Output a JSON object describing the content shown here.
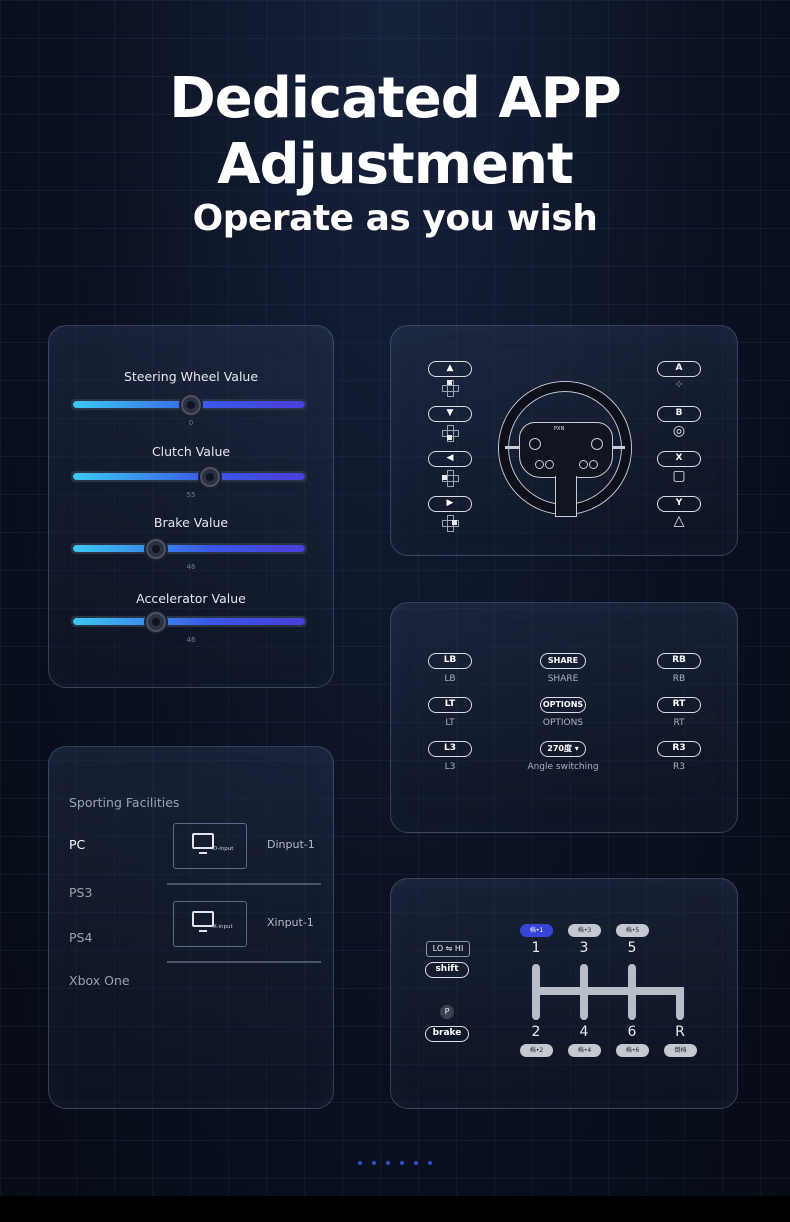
{
  "header": {
    "title_line1": "Dedicated APP",
    "title_line2": "Adjustment",
    "subtitle": "Operate as you wish"
  },
  "sliders_panel": {
    "sliders": [
      {
        "label": "Steering Wheel Value",
        "value": "0",
        "fraction": 0.5
      },
      {
        "label": "Clutch Value",
        "value": "55",
        "fraction": 0.58
      },
      {
        "label": "Brake Value",
        "value": "46",
        "fraction": 0.35
      },
      {
        "label": "Accelerator Value",
        "value": "46",
        "fraction": 0.35
      }
    ]
  },
  "button_panel": {
    "dpad": [
      {
        "label": "▲",
        "icon": "dpad-up-icon"
      },
      {
        "label": "▼",
        "icon": "dpad-down-icon"
      },
      {
        "label": "◀",
        "icon": "dpad-left-icon"
      },
      {
        "label": "▶",
        "icon": "dpad-right-icon"
      }
    ],
    "face": [
      {
        "label": "A",
        "symbol": "⁘",
        "icon": "cross-symbol-icon"
      },
      {
        "label": "B",
        "symbol": "◎",
        "icon": "circle-symbol-icon"
      },
      {
        "label": "X",
        "symbol": "▢",
        "icon": "square-symbol-icon"
      },
      {
        "label": "Y",
        "symbol": "△",
        "icon": "triangle-symbol-icon"
      }
    ],
    "wheel_logo": "PXN"
  },
  "mapping_panel": {
    "left": [
      {
        "label": "LB",
        "sub": "LB"
      },
      {
        "label": "LT",
        "sub": "LT"
      },
      {
        "label": "L3",
        "sub": "L3"
      }
    ],
    "middle": [
      {
        "label": "SHARE",
        "sub": "SHARE"
      },
      {
        "label": "OPTIONS",
        "sub": "OPTIONS"
      },
      {
        "label": "270度 ▾",
        "sub": "Angle switching"
      }
    ],
    "right": [
      {
        "label": "RB",
        "sub": "RB"
      },
      {
        "label": "RT",
        "sub": "RT"
      },
      {
        "label": "R3",
        "sub": "R3"
      }
    ]
  },
  "sporting_panel": {
    "heading": "Sporting Facilities",
    "platforms": [
      "PC",
      "PS3",
      "PS4",
      "Xbox One"
    ],
    "active_platform": "PC",
    "modes": [
      {
        "box_label": "D-input",
        "mode": "Dinput-1"
      },
      {
        "box_label": "X-input",
        "mode": "Xinput-1"
      }
    ]
  },
  "gear_panel": {
    "lohi": "LO ⇋ HI",
    "shift": "shift",
    "p_icon": "P",
    "brake": "brake",
    "top_tags": [
      "档•1",
      "档•3",
      "档•5"
    ],
    "top_nums": [
      "1",
      "3",
      "5"
    ],
    "bottom_nums": [
      "2",
      "4",
      "6",
      "R"
    ],
    "bottom_tags": [
      "档•2",
      "档•4",
      "档•6",
      "倒档"
    ],
    "active_tag": "档•1"
  },
  "pagination": {
    "count": 6
  },
  "colors": {
    "accent": "#3844d8",
    "slider_start": "#3ec8f0",
    "slider_end": "#4a3ed8"
  }
}
